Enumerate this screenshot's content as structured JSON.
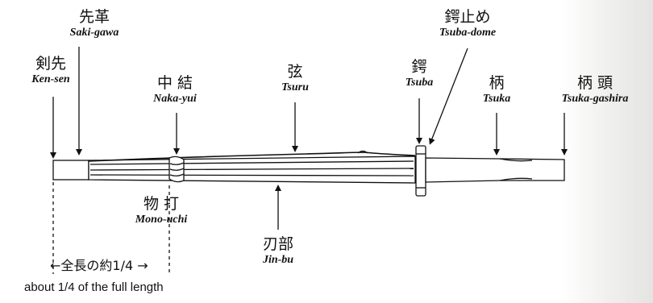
{
  "labels": {
    "sakigawa": {
      "jp": "先革",
      "romaji": "Saki-gawa"
    },
    "kensen": {
      "jp": "剣先",
      "romaji": "Ken-sen"
    },
    "nakayui": {
      "jp": "中 結",
      "romaji": "Naka-yui"
    },
    "tsuru": {
      "jp": "弦",
      "romaji": "Tsuru"
    },
    "tsuba": {
      "jp": "鍔",
      "romaji": "Tsuba"
    },
    "tsubadome": {
      "jp": "鍔止め",
      "romaji": "Tsuba-dome"
    },
    "tsuka": {
      "jp": "柄",
      "romaji": "Tsuka"
    },
    "tsukagashira": {
      "jp": "柄 頭",
      "romaji": "Tsuka-gashira"
    },
    "monouchi": {
      "jp": "物 打",
      "romaji": "Mono-uchi"
    },
    "jinbu": {
      "jp": "刃部",
      "romaji": "Jin-bu"
    }
  },
  "quarter_note": "←全長の約1/4 →",
  "quarter_note_en": "about 1/4 of the full length",
  "colors": {
    "ink": "#111111",
    "bg": "#ffffff"
  }
}
